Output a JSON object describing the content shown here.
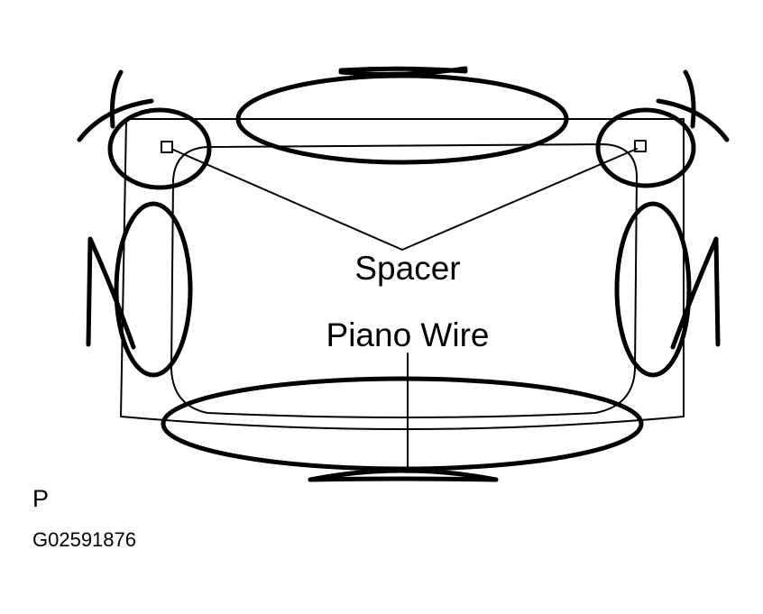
{
  "labels": {
    "spacer": "Spacer",
    "piano_wire": "Piano Wire",
    "view_letter": "P",
    "figure_code": "G02591876"
  },
  "colors": {
    "line": "#000000",
    "background": "#ffffff"
  }
}
